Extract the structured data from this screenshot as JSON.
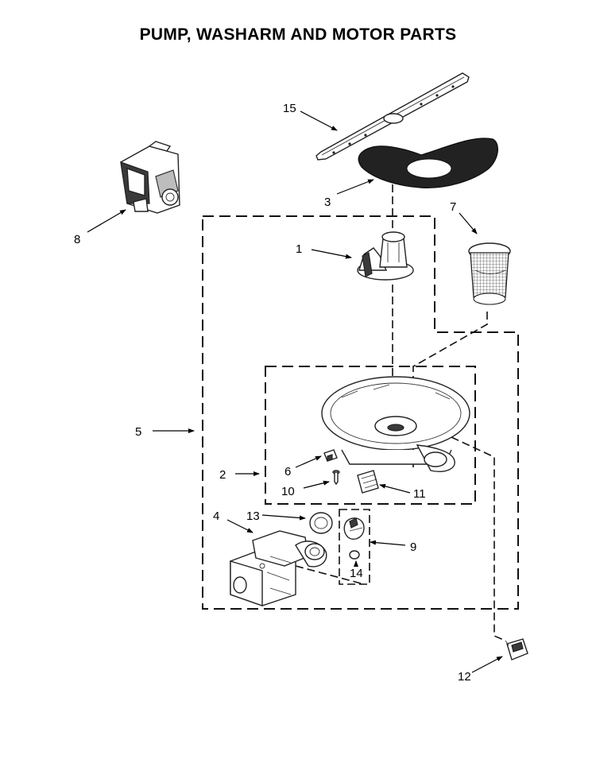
{
  "title": "PUMP, WASHARM AND MOTOR PARTS",
  "callouts": {
    "c1": "1",
    "c2": "2",
    "c3": "3",
    "c4": "4",
    "c5": "5",
    "c6": "6",
    "c7": "7",
    "c8": "8",
    "c9": "9",
    "c10": "10",
    "c11": "11",
    "c12": "12",
    "c13": "13",
    "c14": "14",
    "c15": "15"
  }
}
